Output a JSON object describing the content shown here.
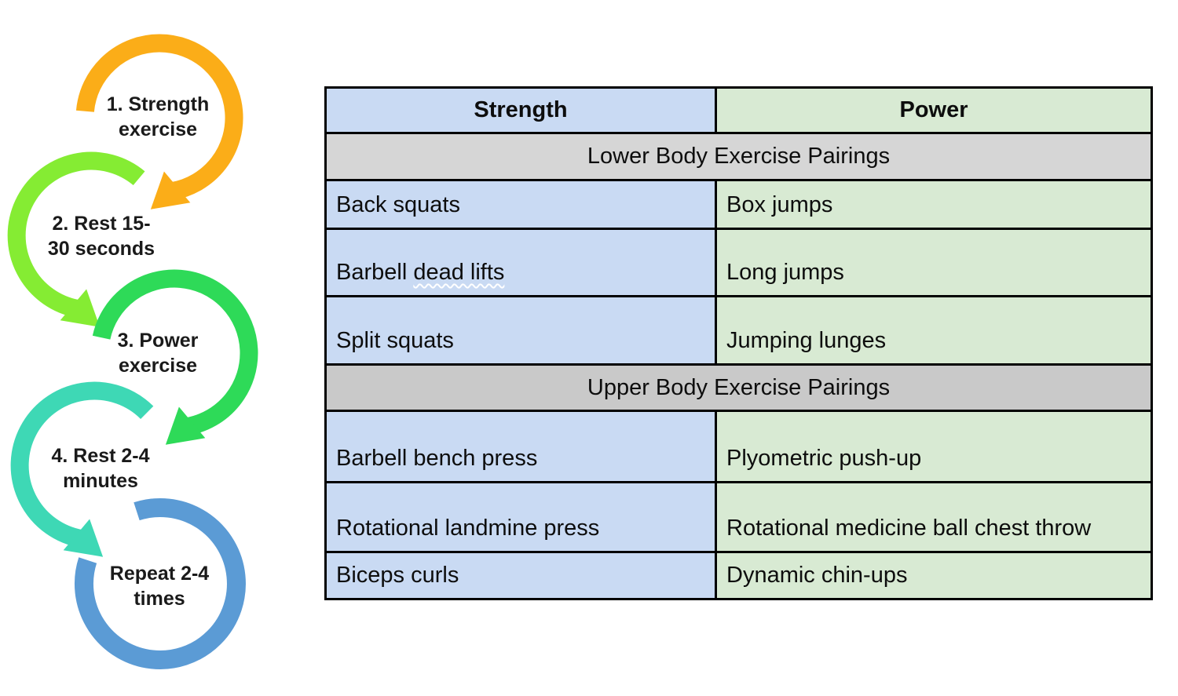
{
  "diagram": {
    "title": "exercise-superset-cycle",
    "text_color": "#1a1a1a",
    "steps": [
      {
        "label": "1. Strength\nexercise",
        "color": "#FBAD18"
      },
      {
        "label": "2. Rest 15-\n30 seconds",
        "color": "#85EC33"
      },
      {
        "label": "3. Power\nexercise",
        "color": "#2EDA58"
      },
      {
        "label": "4. Rest 2-4\nminutes",
        "color": "#3ED8B5"
      },
      {
        "label": "Repeat 2-4\ntimes",
        "color": "#5B9BD5"
      }
    ]
  },
  "table": {
    "border_color": "#000000",
    "columns": [
      {
        "label": "Strength",
        "bg": "#c9daf3"
      },
      {
        "label": "Power",
        "bg": "#d8ead3"
      }
    ],
    "sections": [
      {
        "title": "Lower Body Exercise Pairings",
        "bg": "#d6d6d6",
        "rows": [
          {
            "strength": "Back squats",
            "power": "Box jumps"
          },
          {
            "strength": "Barbell dead lifts",
            "power": "Long jumps",
            "squiggle": "dead lifts"
          },
          {
            "strength": "Split squats",
            "power": "Jumping lunges"
          }
        ]
      },
      {
        "title": "Upper Body Exercise Pairings",
        "bg": "#c9c9c9",
        "rows": [
          {
            "strength": "Barbell bench press",
            "power": "Plyometric push-up"
          },
          {
            "strength": "Rotational landmine press",
            "power": "Rotational medicine ball chest throw"
          },
          {
            "strength": "Biceps curls",
            "power": "Dynamic chin-ups"
          }
        ]
      }
    ]
  }
}
